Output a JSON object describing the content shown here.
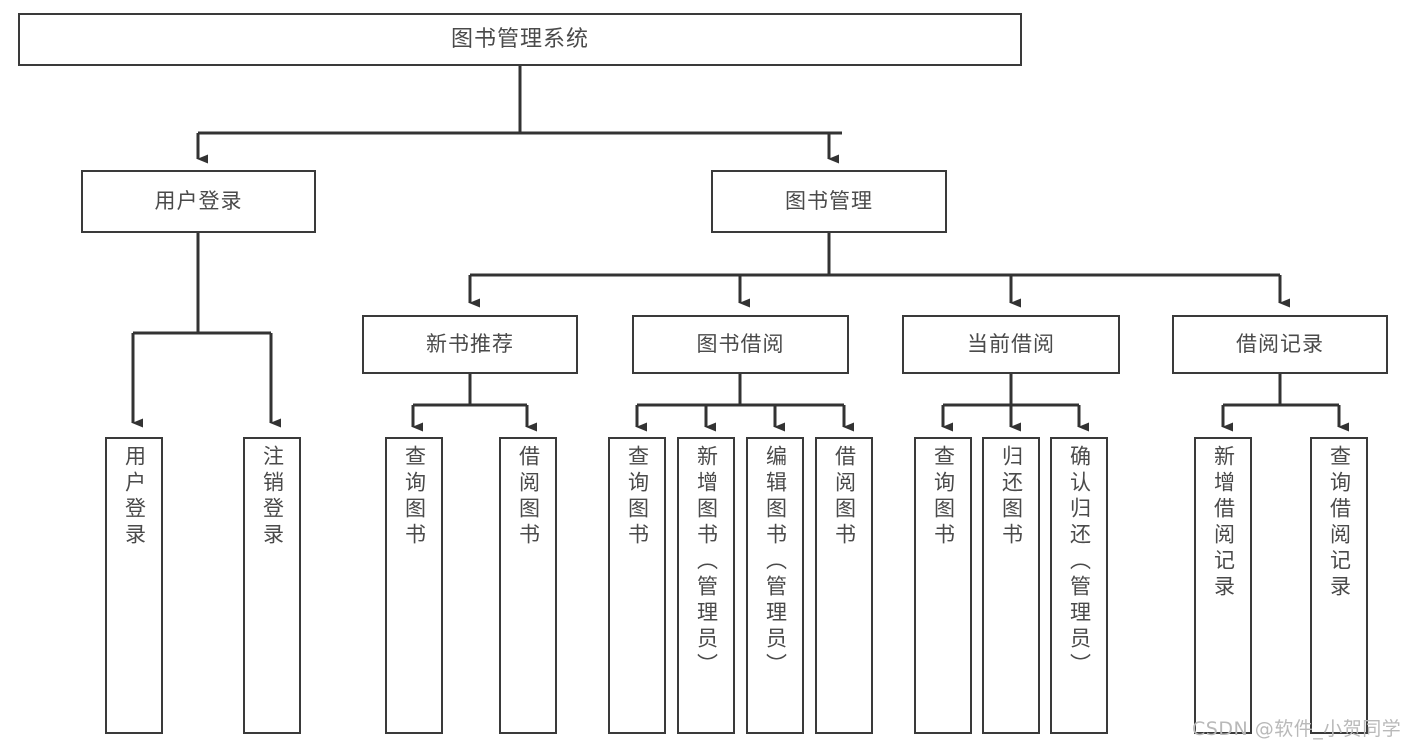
{
  "diagram": {
    "type": "hierarchical-tree",
    "title": "图书管理系统",
    "root": {
      "label": "图书管理系统"
    },
    "level2": [
      {
        "label": "用户登录"
      },
      {
        "label": "图书管理"
      }
    ],
    "level3": [
      {
        "label": "新书推荐"
      },
      {
        "label": "图书借阅"
      },
      {
        "label": "当前借阅"
      },
      {
        "label": "借阅记录"
      }
    ],
    "leaves": {
      "user_login": [
        {
          "label": "用户登录"
        },
        {
          "label": "注销登录"
        }
      ],
      "new_book_recommend": [
        {
          "label": "查询图书"
        },
        {
          "label": "借阅图书"
        }
      ],
      "book_borrow": [
        {
          "label": "查询图书"
        },
        {
          "label": "新增图书（管理员）"
        },
        {
          "label": "编辑图书（管理员）"
        },
        {
          "label": "借阅图书"
        }
      ],
      "current_borrow": [
        {
          "label": "查询图书"
        },
        {
          "label": "归还图书"
        },
        {
          "label": "确认归还（管理员）"
        }
      ],
      "borrow_record": [
        {
          "label": "新增借阅记录"
        },
        {
          "label": "查询借阅记录"
        }
      ]
    }
  },
  "watermark": {
    "text": "CSDN @软件_小贺同学"
  },
  "colors": {
    "border": "#3a3a3a",
    "text": "#4a4a4a",
    "background": "#ffffff",
    "watermark": "#b9b9b9"
  }
}
